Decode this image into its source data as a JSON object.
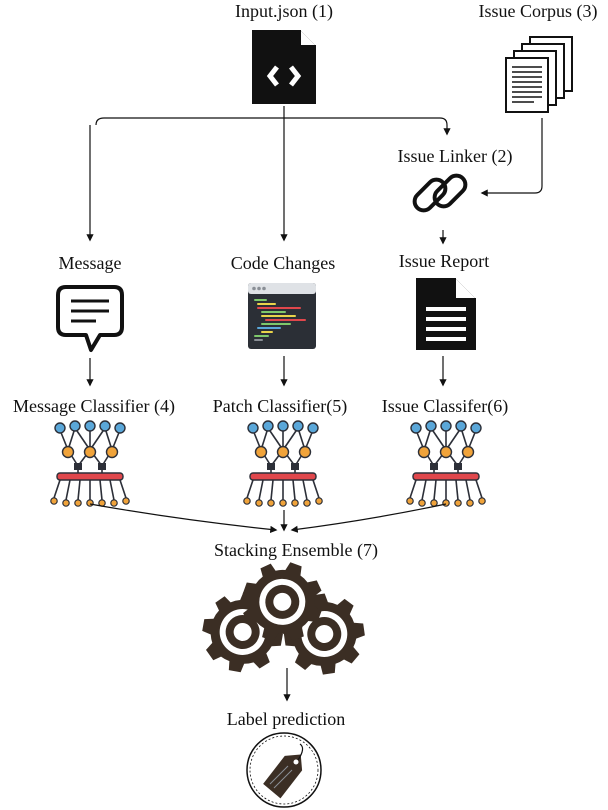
{
  "nodes": {
    "input": {
      "label": "Input.json (1)",
      "icon": "json-file-icon"
    },
    "corpus": {
      "label": "Issue Corpus (3)",
      "icon": "document-stack-icon"
    },
    "linker": {
      "label": "Issue Linker (2)",
      "icon": "chain-link-icon"
    },
    "message": {
      "label": "Message",
      "icon": "speech-bubble-icon"
    },
    "code": {
      "label": "Code Changes",
      "icon": "code-editor-icon"
    },
    "report": {
      "label": "Issue Report",
      "icon": "document-icon"
    },
    "msg_classifier": {
      "label": "Message Classifier (4)",
      "icon": "neural-network-icon"
    },
    "patch_classifier": {
      "label": "Patch Classifier(5)",
      "icon": "neural-network-icon"
    },
    "issue_classifier": {
      "label": "Issue Classifer(6)",
      "icon": "neural-network-icon"
    },
    "ensemble": {
      "label": "Stacking Ensemble (7)",
      "icon": "gears-icon"
    },
    "prediction": {
      "label": "Label prediction",
      "icon": "price-tag-icon"
    }
  },
  "colors": {
    "ink": "#111111",
    "gear": "#3b2e24",
    "nn_blue": "#5aa7d9",
    "nn_orange": "#f0a33a",
    "nn_red": "#e0474c",
    "nn_dark": "#2c2f38",
    "editor_bg": "#2b2f36",
    "editor_bar": "#dfe2e6"
  }
}
